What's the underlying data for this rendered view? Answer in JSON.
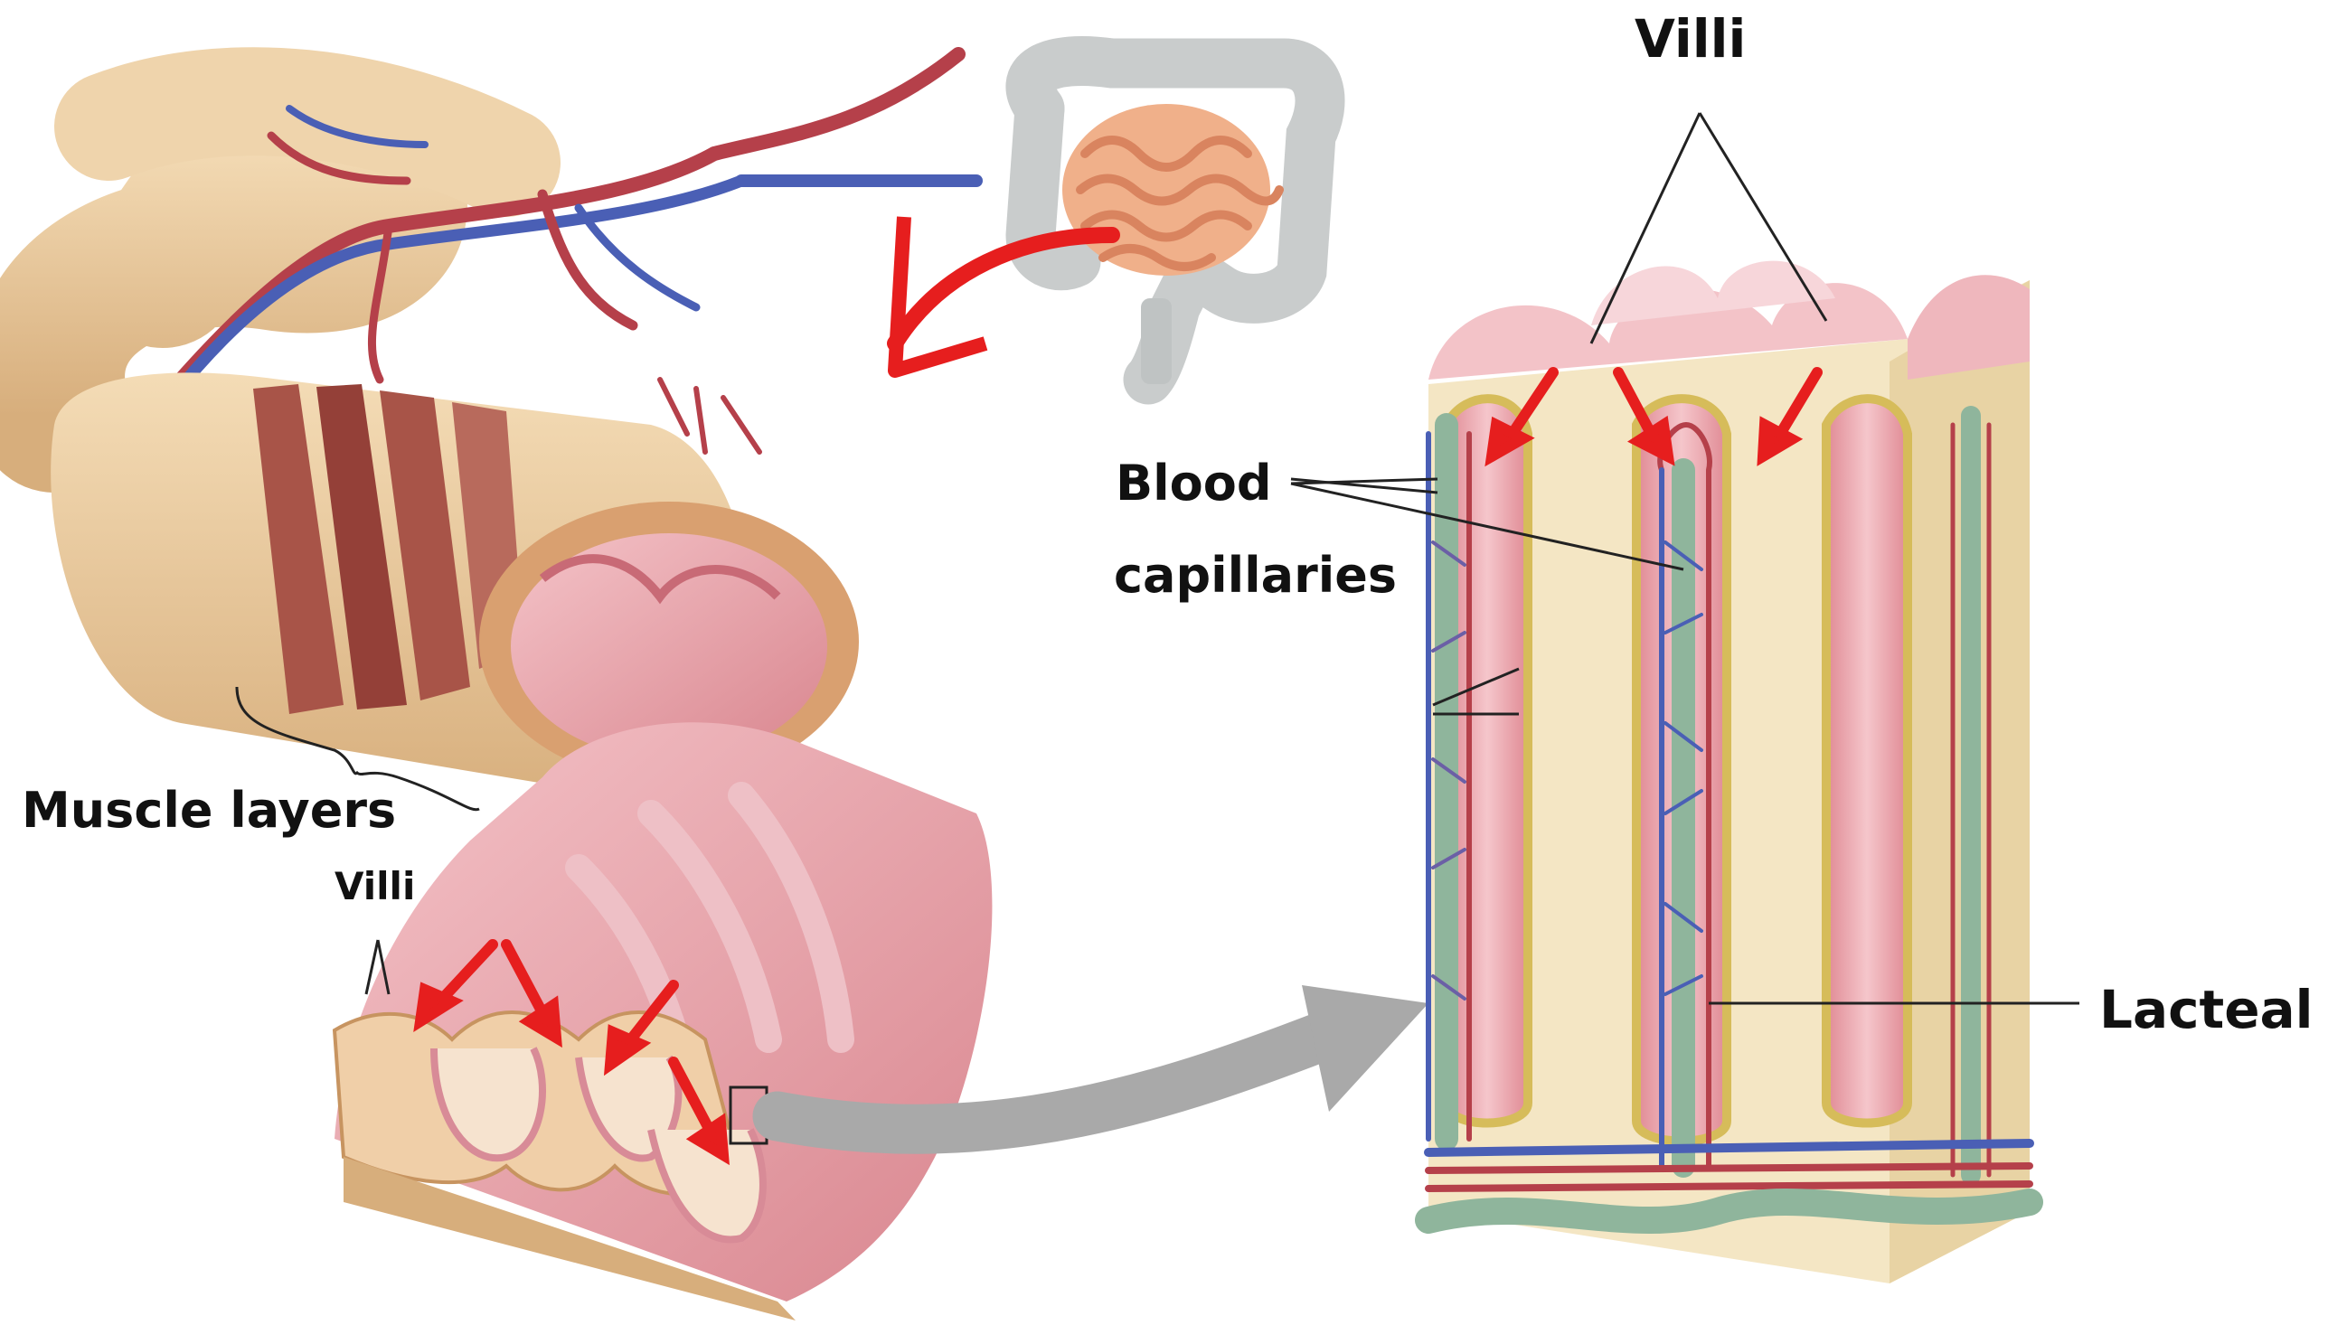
{
  "labels": {
    "villi_top": "Villi",
    "blood": "Blood",
    "capillaries": "capillaries",
    "lacteal": "Lacteal",
    "muscle_layers": "Muscle  layers",
    "villi_small": "Villi"
  },
  "colors": {
    "arrow_red": "#e61e1e",
    "artery": "#b5404a",
    "vein": "#4a5fb5",
    "tissue_tan": "#ecc99a",
    "mucosa_pink": "#e7a0a8",
    "lacteal_green": "#8fb59c",
    "epithelium_yellow": "#d6bc5a",
    "connector_gray": "#a9a9a9",
    "muscle_brown": "#a85448"
  }
}
